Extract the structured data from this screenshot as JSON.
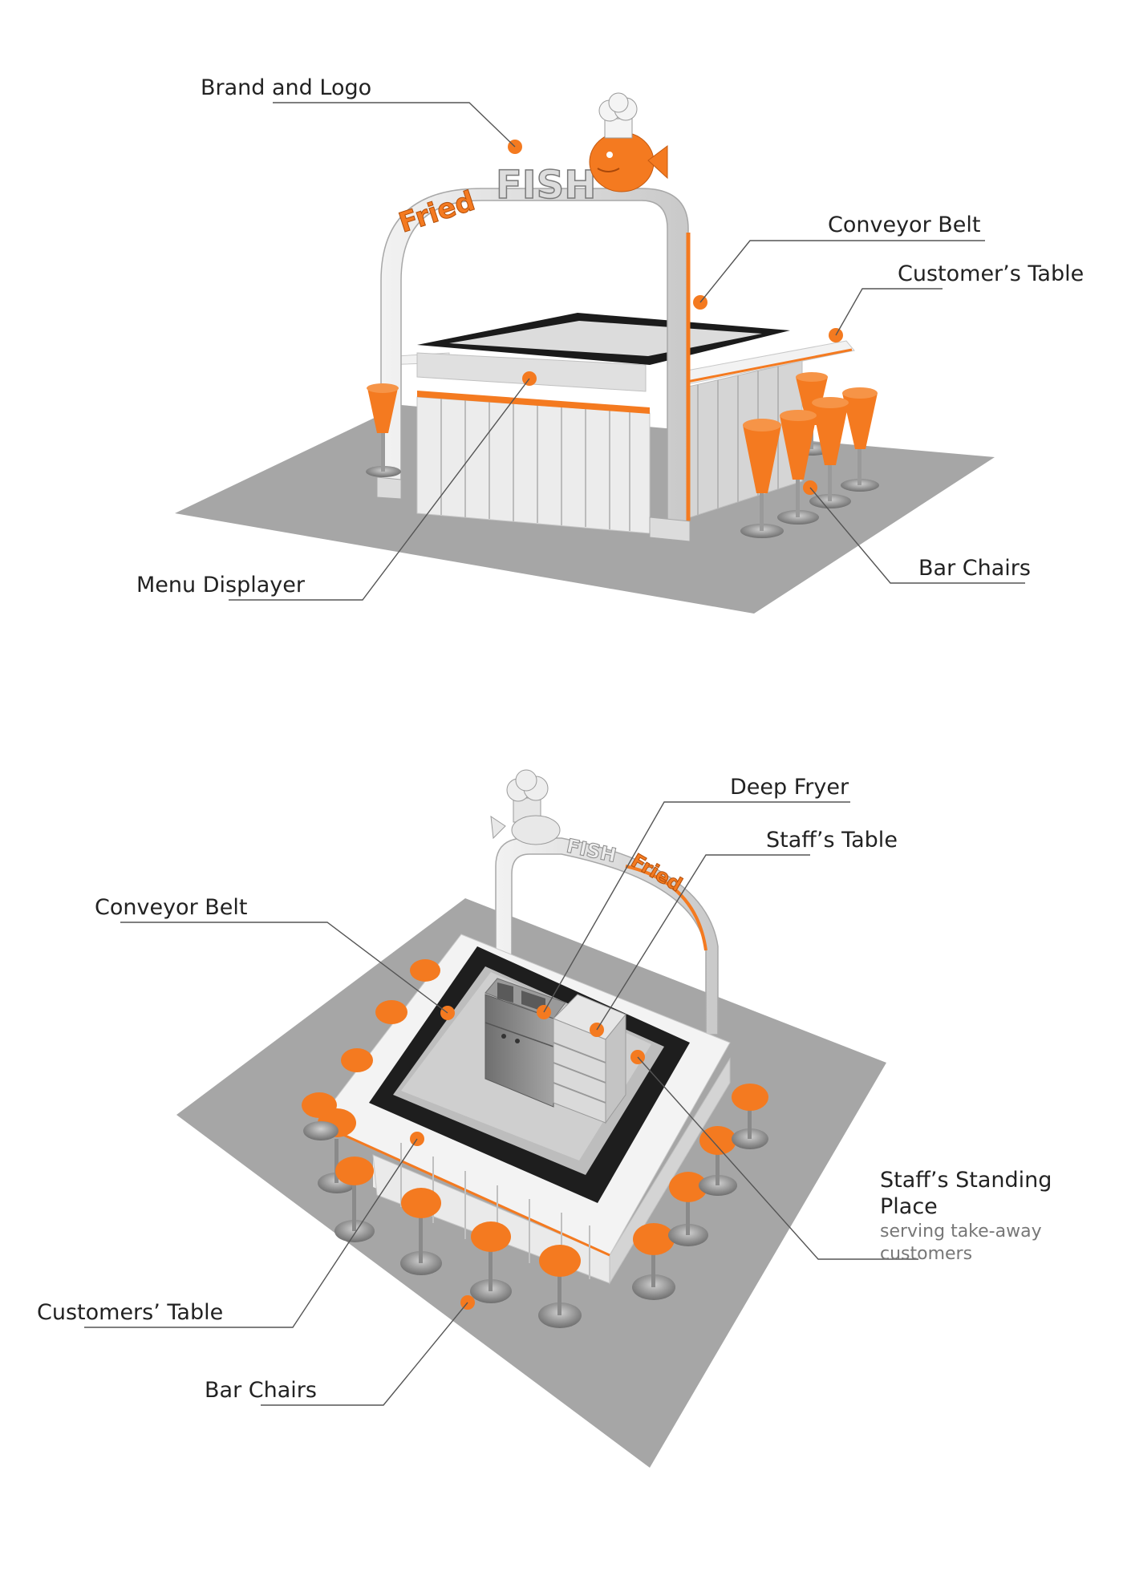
{
  "colors": {
    "accent": "#f47a20",
    "floor": "#a8a8a8",
    "panel": "#e6e6e6",
    "belt": "#1e1e1e",
    "steel": "#8a8a8a"
  },
  "icons": [
    "chef-hat-icon",
    "fish-icon"
  ],
  "top_view": {
    "logo": {
      "word_left": "Fried",
      "word_main": "FISH"
    },
    "labels": {
      "brand": "Brand and Logo",
      "conveyor": "Conveyor Belt",
      "customer_table": "Customer’s Table",
      "bar_chairs": "Bar Chairs",
      "menu": "Menu Displayer"
    }
  },
  "bottom_view": {
    "logo": {
      "word_main": "FISH",
      "word_right": "Fried"
    },
    "labels": {
      "fryer": "Deep Fryer",
      "staff_table": "Staff’s Table",
      "conveyor": "Conveyor Belt",
      "standing_1": "Staff’s Standing",
      "standing_2": "Place",
      "standing_sub_1": "serving take-away",
      "standing_sub_2": "customers",
      "customers_table": "Customers’ Table",
      "bar_chairs": "Bar Chairs"
    }
  }
}
